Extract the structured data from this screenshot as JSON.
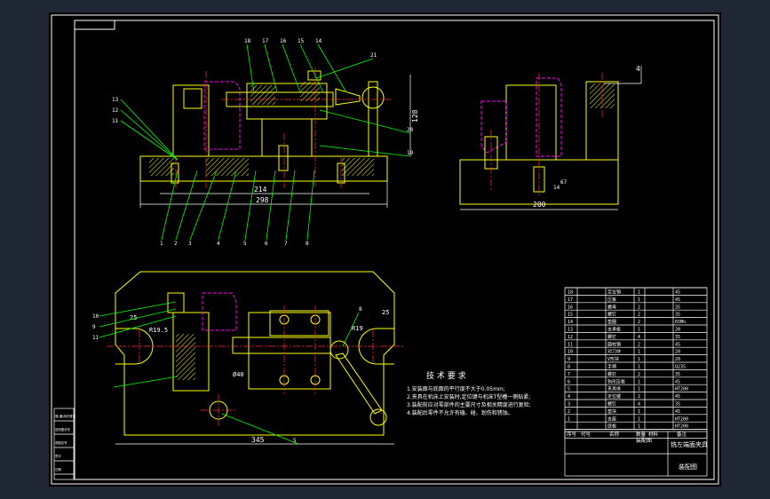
{
  "colors": {
    "background": "#000000",
    "viewport_bg": "#1e2733",
    "frame": "#ffffff",
    "part_outline": "#ffff00",
    "leader": "#00ff00",
    "hidden_line": "#ff00ff",
    "center_line": "#ff3030",
    "dimension": "#ffffff",
    "text_cyan": "#00ffff",
    "hatch": "#ffff00"
  },
  "views": {
    "front": {
      "dims": {
        "overall_inner": "214",
        "overall": "298",
        "height": "128"
      },
      "callouts_top": [
        "18",
        "17",
        "16",
        "15",
        "14",
        "21"
      ],
      "callouts_left": [
        "13",
        "12",
        "11"
      ],
      "callouts_right": [
        "20",
        "19"
      ],
      "callouts_bottom": [
        "1",
        "2",
        "3",
        "4",
        "5",
        "6",
        "7",
        "8"
      ]
    },
    "side": {
      "dims": {
        "width": "200",
        "small_a": "14",
        "small_b": "67"
      },
      "callout": "4"
    },
    "plan": {
      "dims": {
        "overall": "345",
        "r_left": "R19.5",
        "r_right": "R19",
        "d_left": "25",
        "d_right": "25",
        "bore": "Ø40"
      },
      "callouts_left": [
        "10",
        "9",
        "11"
      ],
      "callout_right": "8",
      "callout_bottom": "5"
    }
  },
  "tech_notes": {
    "title": "技 术 要 求",
    "items": [
      "1.安装面与底面的平行度不大于0.05mm;",
      "2.夹具在机床上安装时,定位键与机床T型槽一侧贴紧;",
      "3.装配前应对零部件的主要尺寸及相关精度进行复检;",
      "4.装配后零件不允许有磕、碰、划伤和锈蚀。"
    ]
  },
  "title_block": {
    "drawing_name": "铣左端面夹具",
    "drawing_type": "装配图",
    "header_cells": [
      "序号",
      "代号",
      "名称",
      "数量",
      "材料",
      "备注"
    ],
    "bom_rows": [
      [
        "18",
        "定位销",
        "1",
        "45"
      ],
      [
        "17",
        "压板",
        "1",
        "45"
      ],
      [
        "16",
        "螺母",
        "2",
        "35"
      ],
      [
        "15",
        "螺钉",
        "2",
        "35"
      ],
      [
        "14",
        "垫圈",
        "2",
        "65Mn"
      ],
      [
        "13",
        "支承板",
        "1",
        "20"
      ],
      [
        "12",
        "螺钉",
        "4",
        "35"
      ],
      [
        "11",
        "圆柱销",
        "2",
        "45"
      ],
      [
        "10",
        "对刀块",
        "1",
        "20"
      ],
      [
        "9",
        "V形块",
        "1",
        "20"
      ],
      [
        "8",
        "手柄",
        "1",
        "Q235"
      ],
      [
        "7",
        "螺钉",
        "2",
        "35"
      ],
      [
        "6",
        "钩形压板",
        "1",
        "45"
      ],
      [
        "5",
        "夹具体",
        "1",
        "HT200"
      ],
      [
        "4",
        "定位键",
        "2",
        "45"
      ],
      [
        "3",
        "螺钉",
        "4",
        "35"
      ],
      [
        "2",
        "垫块",
        "1",
        "45"
      ],
      [
        "1",
        "支座",
        "1",
        "HT200"
      ],
      [
        "",
        "底板",
        "1",
        "HT200"
      ]
    ]
  },
  "left_stamp": [
    "借(通)用件登记",
    "旧底图总号",
    "底图总号",
    "签字",
    "日期"
  ]
}
